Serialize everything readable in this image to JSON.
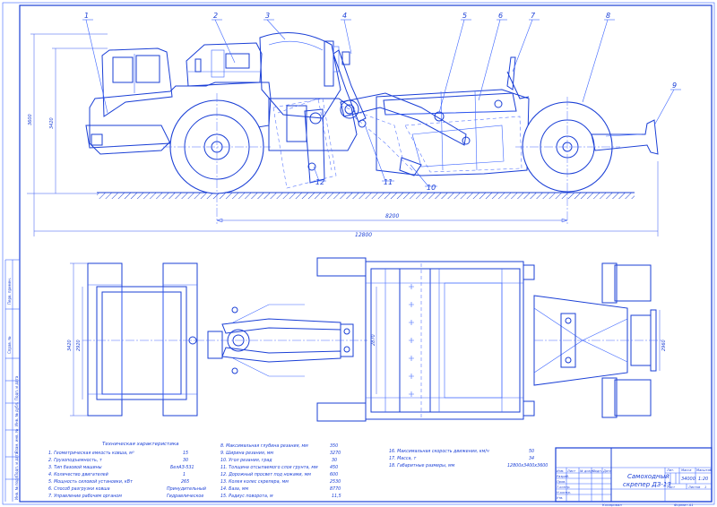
{
  "title_block": {
    "name_line1": "Самоходный",
    "name_line2": "скрепер ДЗ-13",
    "lit_label": "Лит.",
    "mass_label": "Масса",
    "scale_label": "Масштаб",
    "mass_value": "34000",
    "scale_value": "1:20",
    "sheet_label": "Лист",
    "sheets_label": "Листов",
    "sheets_value": "1",
    "row_labels": [
      "Изм.",
      "Разраб.",
      "Пров.",
      "Т.контр.",
      "Н.контр.",
      "Утв."
    ],
    "col_labels": [
      "Лист",
      "№ докум.",
      "Подп.",
      "Дата"
    ],
    "copied": "Копировал",
    "format": "Формат  А1"
  },
  "side_strip": {
    "labels": [
      "Перв. примен.",
      "Справ. №",
      "Подп. и дата",
      "Инв. № дубл.",
      "Взам. инв. №",
      "Подп. и дата",
      "Инв. № подл."
    ]
  },
  "callouts": [
    "1",
    "2",
    "3",
    "4",
    "5",
    "6",
    "7",
    "8",
    "9",
    "10",
    "11",
    "12"
  ],
  "dimensions": {
    "height_overall": "3600",
    "height_cab": "3420",
    "wheelbase": "8200",
    "length_overall": "12800",
    "front_width_outer": "2920",
    "front_width_inner": "3420",
    "bowl_width": "2870",
    "rear_width": "2960"
  },
  "spec": {
    "heading": "Техническая характеристика",
    "col1": [
      {
        "label": "1. Геометрическая емкость ковша, м³",
        "value": "15"
      },
      {
        "label": "2. Грузоподъемность, т",
        "value": "30"
      },
      {
        "label": "3. Тип базовой машины",
        "value": "БелАЗ-531"
      },
      {
        "label": "4. Количество двигателей",
        "value": "1"
      },
      {
        "label": "5. Мощность силовой установки, кВт",
        "value": "265"
      },
      {
        "label": "6. Способ разгрузки ковша",
        "value": "Принудительный"
      },
      {
        "label": "7. Управление рабочим органом",
        "value": "Гидравлическое"
      }
    ],
    "col2": [
      {
        "label": "8. Максимальная глубина резания, мм",
        "value": "350"
      },
      {
        "label": "9. Ширина резания, мм",
        "value": "3270"
      },
      {
        "label": "10. Угол резания, град",
        "value": "30"
      },
      {
        "label": "11. Толщина отсыпаемого слоя грунта, мм",
        "value": "450"
      },
      {
        "label": "12. Дорожный просвет под ножами, мм",
        "value": "600"
      },
      {
        "label": "13. Колея колес скрепера, мм",
        "value": "2530"
      },
      {
        "label": "14. База, мм",
        "value": "8770"
      },
      {
        "label": "15. Радиус поворота, м",
        "value": "11,5"
      }
    ],
    "col3": [
      {
        "label": "16. Максимальная скорость движения, км/ч",
        "value": "50"
      },
      {
        "label": "17. Масса, т",
        "value": "34"
      },
      {
        "label": "18. Габаритные размеры, мм",
        "value": "12800х3400х3600"
      }
    ]
  }
}
